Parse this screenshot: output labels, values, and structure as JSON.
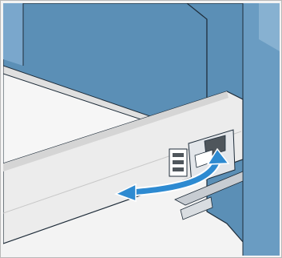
{
  "figure": {
    "kind": "instruction-illustration",
    "subject": "drawer-runner-release-clip",
    "action": "rotate-lever",
    "colors": {
      "cabinet_side": "#5b8fb6",
      "cabinet_side_dark": "#3f6f95",
      "cabinet_panel": "#7aa7cc",
      "cabinet_edge": "#9fc2de",
      "drawer_front": "#ececec",
      "drawer_edge": "#c8c8c8",
      "drawer_inside": "#f6f6f6",
      "rail": "#e3e6ea",
      "rail_shadow": "#c7ccd2",
      "clip": "#4f565c",
      "arrow": "#2d8ad1",
      "outline": "#1f2d3a",
      "background": "#f3f3f3"
    }
  }
}
